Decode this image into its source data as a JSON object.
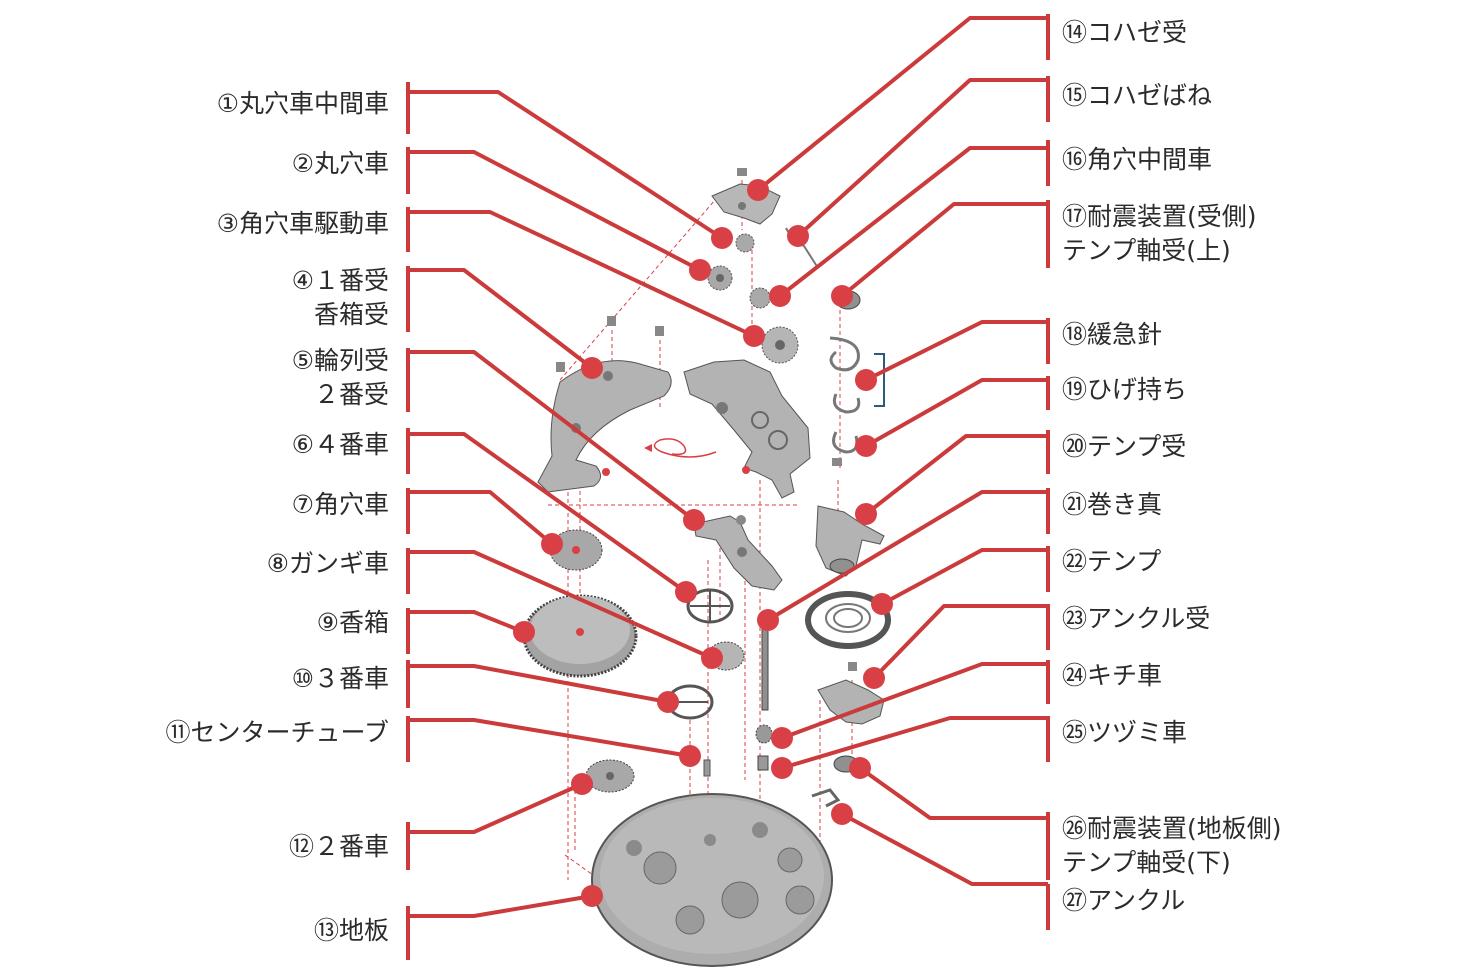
{
  "colors": {
    "leader": "#cc3b3b",
    "dot": "#d94046",
    "metal_light": "#bcbcbc",
    "metal_mid": "#9a9a9a",
    "metal_dark": "#6c6c6c",
    "bracket": "#2d5a78"
  },
  "labels_left": [
    {
      "id": "p1",
      "lines": [
        "①丸穴車中間車"
      ]
    },
    {
      "id": "p2",
      "lines": [
        "②丸穴車"
      ]
    },
    {
      "id": "p3",
      "lines": [
        "③角穴車駆動車"
      ]
    },
    {
      "id": "p4",
      "lines": [
        "④１番受",
        "香箱受"
      ]
    },
    {
      "id": "p5",
      "lines": [
        "⑤輪列受",
        "２番受"
      ]
    },
    {
      "id": "p6",
      "lines": [
        "⑥４番車"
      ]
    },
    {
      "id": "p7",
      "lines": [
        "⑦角穴車"
      ]
    },
    {
      "id": "p8",
      "lines": [
        "⑧ガンギ車"
      ]
    },
    {
      "id": "p9",
      "lines": [
        "⑨香箱"
      ]
    },
    {
      "id": "p10",
      "lines": [
        "⑩３番車"
      ]
    },
    {
      "id": "p11",
      "lines": [
        "⑪センターチューブ"
      ]
    },
    {
      "id": "p12",
      "lines": [
        "⑫２番車"
      ]
    },
    {
      "id": "p13",
      "lines": [
        "⑬地板"
      ]
    }
  ],
  "labels_right": [
    {
      "id": "p14",
      "lines": [
        "⑭コハゼ受"
      ]
    },
    {
      "id": "p15",
      "lines": [
        "⑮コハゼばね"
      ]
    },
    {
      "id": "p16",
      "lines": [
        "⑯角穴中間車"
      ]
    },
    {
      "id": "p17",
      "lines": [
        "⑰耐震装置(受側)",
        "テンプ軸受(上)"
      ]
    },
    {
      "id": "p18",
      "lines": [
        "⑱緩急針"
      ]
    },
    {
      "id": "p19",
      "lines": [
        "⑲ひげ持ち"
      ]
    },
    {
      "id": "p20",
      "lines": [
        "⑳テンプ受"
      ]
    },
    {
      "id": "p21",
      "lines": [
        "㉑巻き真"
      ]
    },
    {
      "id": "p22",
      "lines": [
        "㉒テンプ"
      ]
    },
    {
      "id": "p23",
      "lines": [
        "㉓アンクル受"
      ]
    },
    {
      "id": "p24",
      "lines": [
        "㉔キチ車"
      ]
    },
    {
      "id": "p25",
      "lines": [
        "㉕ツヅミ車"
      ]
    },
    {
      "id": "p26",
      "lines": [
        "㉖耐震装置(地板側)",
        "テンプ軸受(下)"
      ]
    },
    {
      "id": "p27",
      "lines": [
        "㉗アンクル"
      ]
    }
  ]
}
